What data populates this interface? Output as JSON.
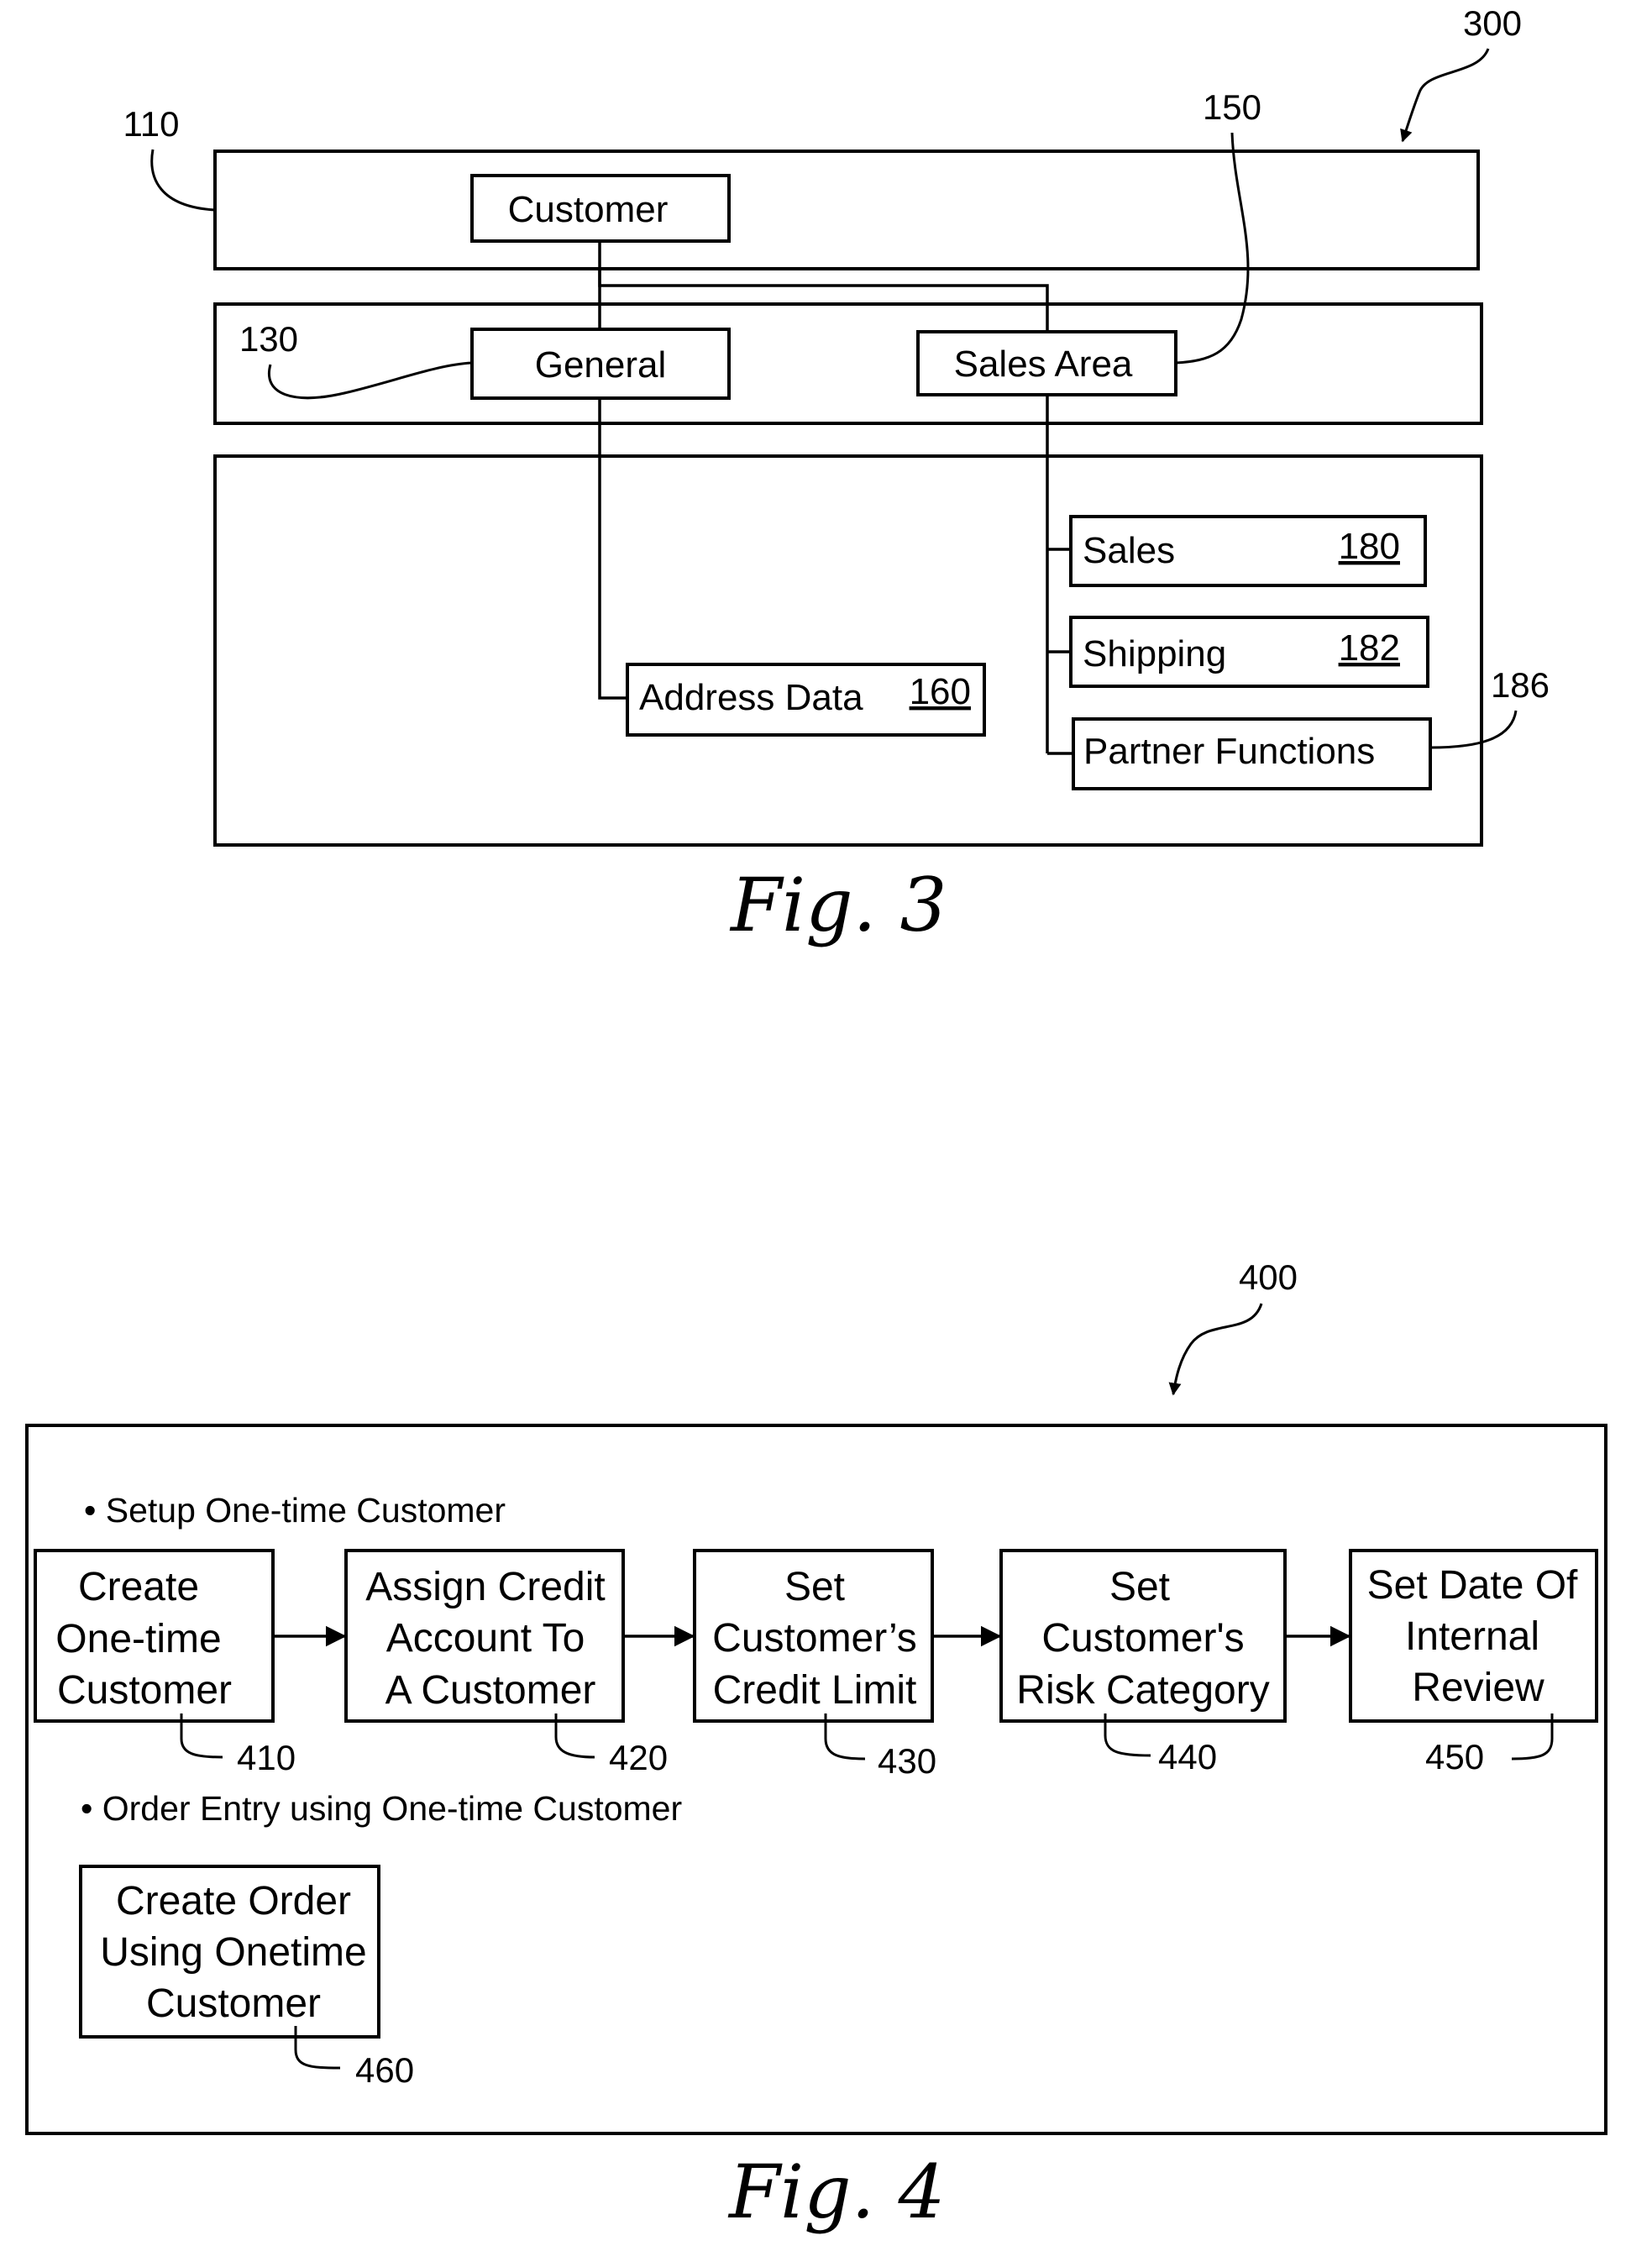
{
  "fig3": {
    "caption": "Fig. 3",
    "ref_figure": "300",
    "ref_110": "110",
    "ref_130": "130",
    "ref_150": "150",
    "ref_186": "186",
    "nodes": {
      "customer": "Customer",
      "general": "General",
      "sales_area": "Sales Area",
      "sales": "Sales",
      "sales_ref": "180",
      "shipping": "Shipping",
      "shipping_ref": "182",
      "address_data": "Address Data",
      "address_ref": "160",
      "partner_functions": "Partner Functions"
    }
  },
  "fig4": {
    "caption": "Fig. 4",
    "ref_figure": "400",
    "section1": "• Setup One-time Customer",
    "section2": "• Order Entry using One-time Customer",
    "steps": [
      {
        "lines": [
          "Create",
          "One-time",
          "Customer"
        ],
        "ref": "410"
      },
      {
        "lines": [
          "Assign Credit",
          "Account To",
          "A Customer"
        ],
        "ref": "420"
      },
      {
        "lines": [
          "Set",
          "Customer’s",
          "Credit Limit"
        ],
        "ref": "430"
      },
      {
        "lines": [
          "Set",
          "Customer's",
          "Risk Category"
        ],
        "ref": "440"
      },
      {
        "lines": [
          "Set Date Of",
          "Internal",
          "Review"
        ],
        "ref": "450"
      }
    ],
    "order_step": {
      "lines": [
        "Create Order",
        "Using Onetime",
        "Customer"
      ],
      "ref": "460"
    }
  }
}
